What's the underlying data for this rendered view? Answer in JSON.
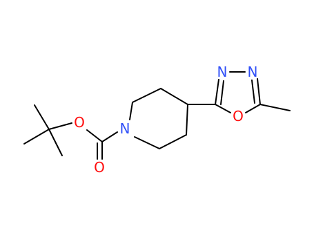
{
  "molecule": {
    "atoms": [
      {
        "id": "o_ester",
        "symbol": "O",
        "color": "#ff0d0d"
      },
      {
        "id": "o_carbonyl",
        "symbol": "O",
        "color": "#ff0d0d"
      },
      {
        "id": "n_piperidine",
        "symbol": "N",
        "color": "#3050f8"
      },
      {
        "id": "n_oxadiazole_1",
        "symbol": "N",
        "color": "#3050f8"
      },
      {
        "id": "n_oxadiazole_2",
        "symbol": "N",
        "color": "#3050f8"
      },
      {
        "id": "o_oxadiazole",
        "symbol": "O",
        "color": "#ff0d0d"
      }
    ]
  }
}
